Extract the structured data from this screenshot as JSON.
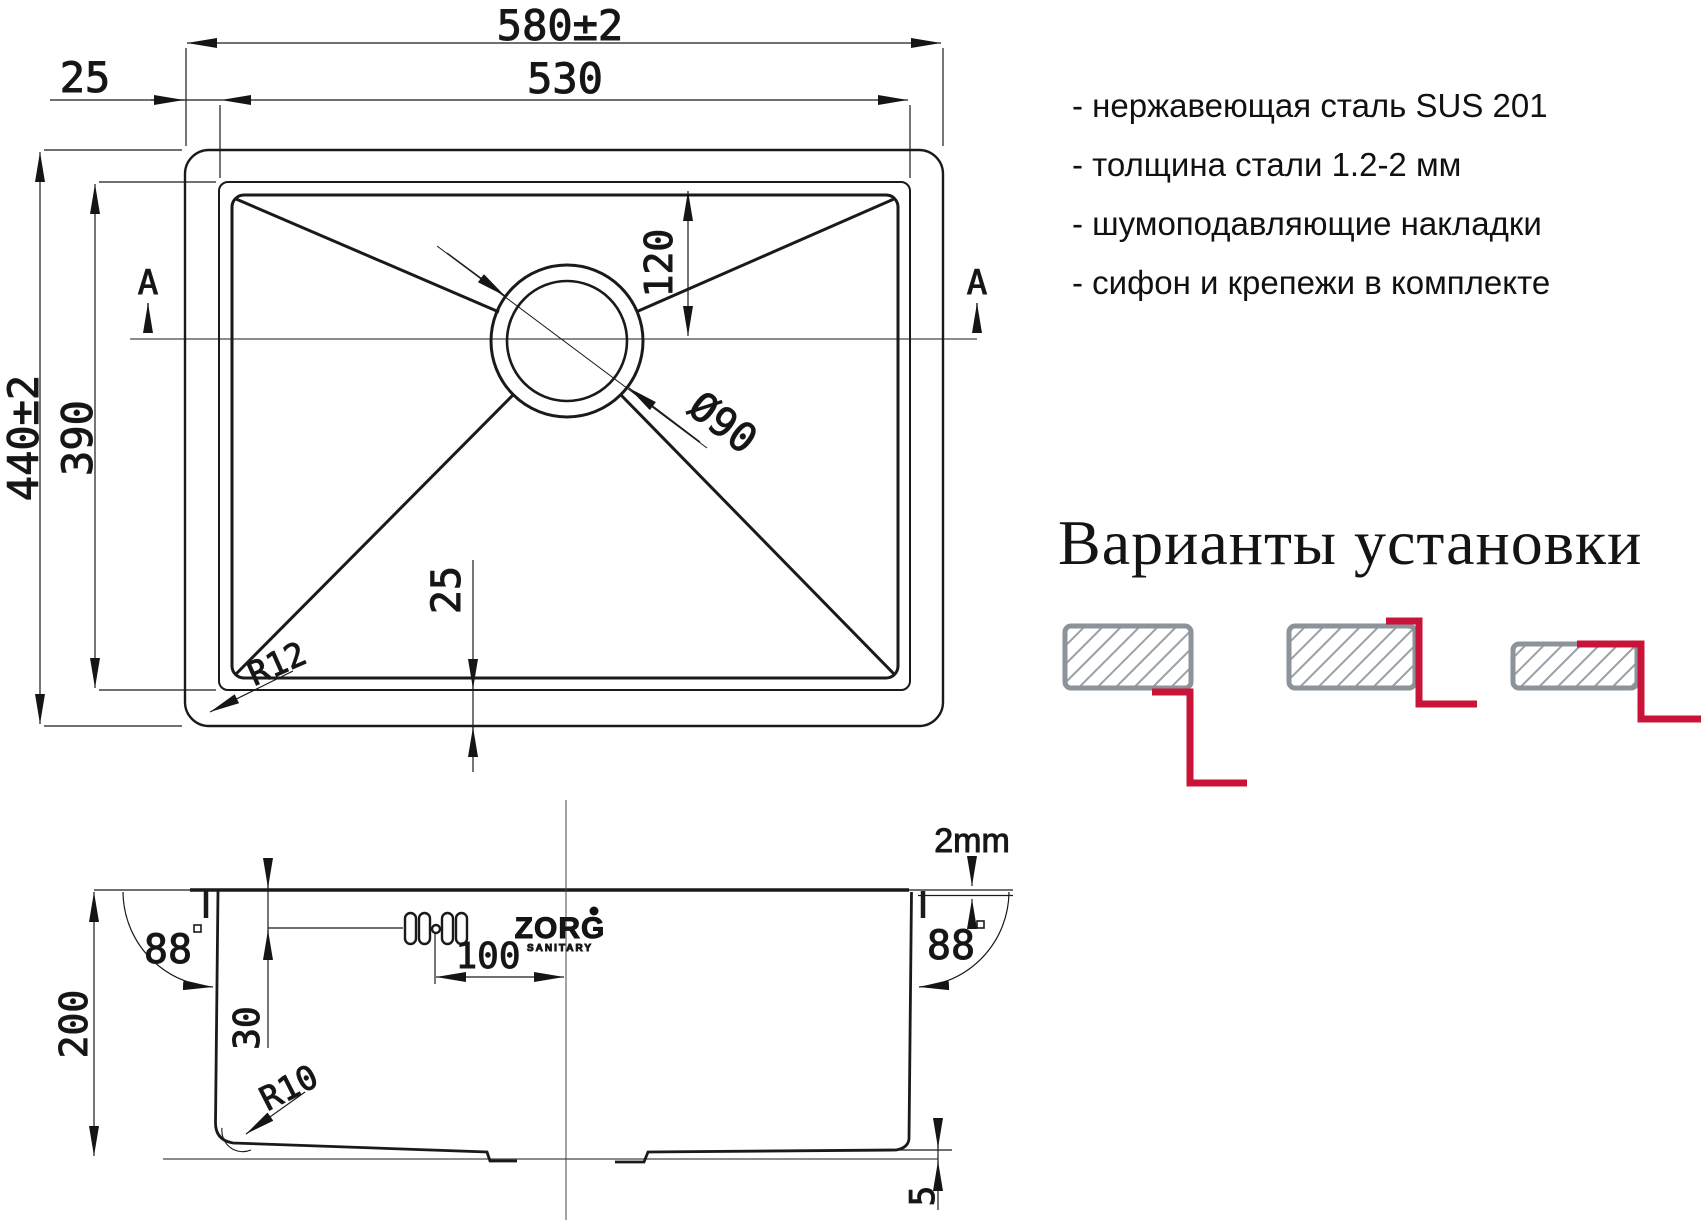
{
  "plan": {
    "dim_width_outer": "580±2",
    "dim_width_inner": "530",
    "dim_offset_left": "25",
    "dim_height_outer": "440±2",
    "dim_height_inner": "390",
    "dim_drain_offset": "120",
    "dim_drain_diameter": "Ø90",
    "dim_offset_bottom": "25",
    "dim_corner_radius": "R12",
    "section_marker_left": "A",
    "section_marker_right": "A"
  },
  "section": {
    "dim_thickness": "2mm",
    "dim_wall_angle_left": "88",
    "dim_wall_angle_right": "88",
    "dim_depth": "200",
    "dim_hole_offset": "30",
    "dim_hole_spacing": "100",
    "dim_bottom_radius": "R10",
    "dim_flange_height": "5",
    "logo": "ZORG",
    "logo_sub": "SANITARY"
  },
  "features": {
    "items": [
      "- нержавеющая сталь SUS 201",
      "- толщина стали 1.2-2 мм",
      "- шумоподавляющие накладки",
      "- сифон и крепежи в комплекте"
    ]
  },
  "install": {
    "title": "Варианты установки"
  },
  "colors": {
    "line": "#1a1a1a",
    "accent_red": "#c9143a",
    "hatch_gray": "#8d939a",
    "thickness_text": "#1b1f4e"
  }
}
